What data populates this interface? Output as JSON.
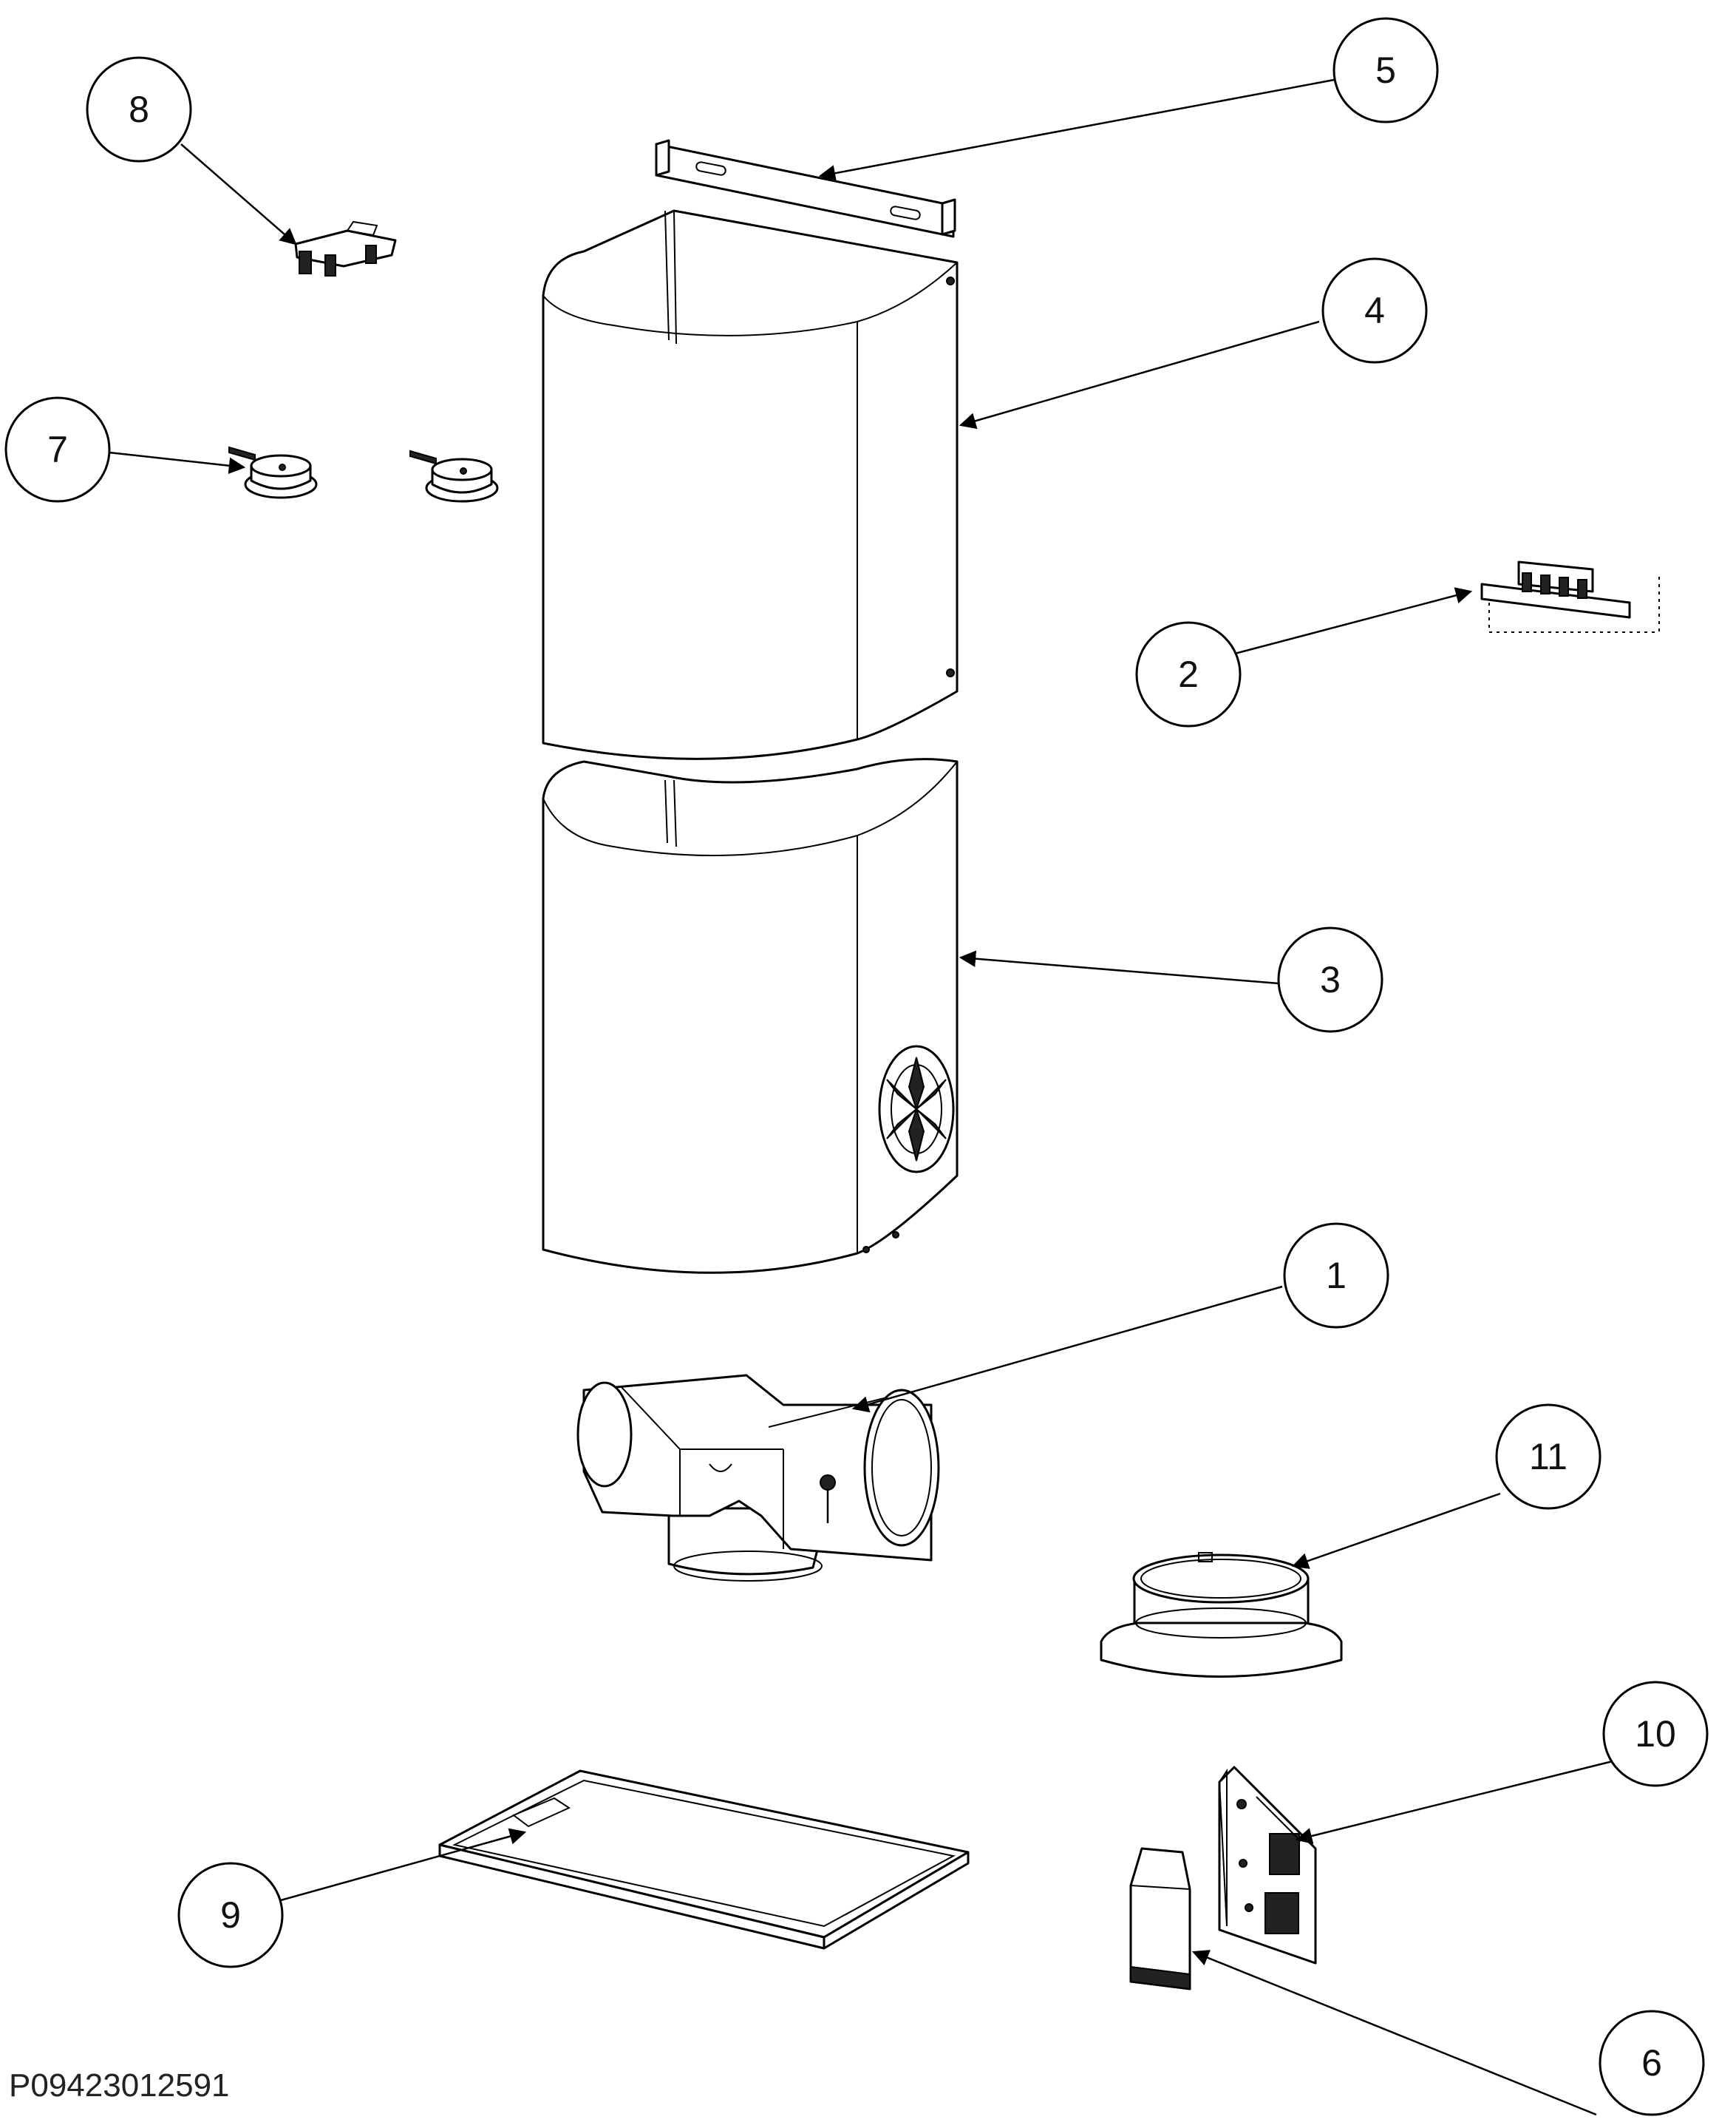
{
  "document_code": "P09423012591",
  "callouts": [
    {
      "id": "1",
      "label": "1"
    },
    {
      "id": "2",
      "label": "2"
    },
    {
      "id": "3",
      "label": "3"
    },
    {
      "id": "4",
      "label": "4"
    },
    {
      "id": "5",
      "label": "5"
    },
    {
      "id": "6",
      "label": "6"
    },
    {
      "id": "7",
      "label": "7"
    },
    {
      "id": "8",
      "label": "8"
    },
    {
      "id": "9",
      "label": "9"
    },
    {
      "id": "10",
      "label": "10"
    },
    {
      "id": "11",
      "label": "11"
    }
  ]
}
